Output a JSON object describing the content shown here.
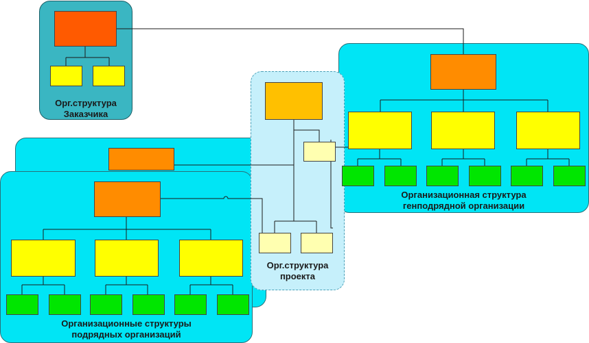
{
  "diagram": {
    "customer_panel": {
      "line1": "Орг.структура",
      "line2": "Заказчика"
    },
    "project_panel": {
      "line1": "Орг.структура",
      "line2": "проекта"
    },
    "general_contractor_panel": {
      "line1": "Организационная структура",
      "line2": "генподрядной организации"
    },
    "subcontractors_panel": {
      "line1": "Организационные структуры",
      "line2": "подрядных организаций"
    }
  },
  "colors": {
    "panel_cyan": "#00e5f5",
    "panel_teal": "#3ab6c2",
    "project_panel": "#c6f0fb",
    "box_orange_red": "#ff5a00",
    "box_orange": "#ff8c00",
    "box_gold": "#ffc000",
    "box_yellow": "#ffff00",
    "box_pale_yellow": "#ffffb0",
    "box_green": "#00e600"
  }
}
